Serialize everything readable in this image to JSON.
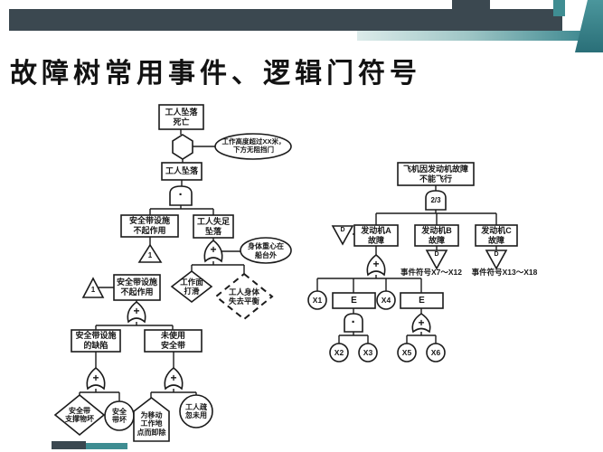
{
  "header": {
    "title": "故障树常用事件、逻辑门符号",
    "accent_dark": "#3b4850",
    "accent_teal": "#3f8d92"
  },
  "gates": {
    "and_symbol": "·",
    "or_symbol": "+",
    "vote_label": "2/3",
    "transfer_number": "1",
    "transfer_letter": "D"
  },
  "left_tree": {
    "top_event": "工人坠落\n死亡",
    "condition_height": "工作高度超过XX米，\n下方无阻挡门",
    "event_fall": "工人坠落",
    "belt_fail_1": "安全带设施\n不起作用",
    "slip_fall": "工人失足\n坠落",
    "condition_gravity": "身体重心在\n船台外",
    "surface_slip": "工作面\n打滑",
    "lose_balance": "工人身体\n失去平衡",
    "belt_fail_2": "安全带设施\n不起作用",
    "belt_defect": "安全带设施\n的缺陷",
    "belt_unused": "未使用\n安全带",
    "support_broken": "安全带\n支撑物坏",
    "belt_broken": "安全\n带坏",
    "removed_for_move": "为移动\n工作地\n点而卸除",
    "worker_neglect": "工人疏\n忽未用"
  },
  "right_tree": {
    "top_event": "飞机因发动机故障\n不能飞行",
    "engine_a": "发动机A\n故障",
    "engine_b": "发动机B\n故障",
    "engine_c": "发动机C\n故障",
    "events_b_note": "事件符号X7～X12",
    "events_c_note": "事件符号X13～X18",
    "x1": "X1",
    "x2": "X2",
    "x3": "X3",
    "x4": "X4",
    "x5": "X5",
    "x6": "X6",
    "e1": "E",
    "e2": "E"
  }
}
